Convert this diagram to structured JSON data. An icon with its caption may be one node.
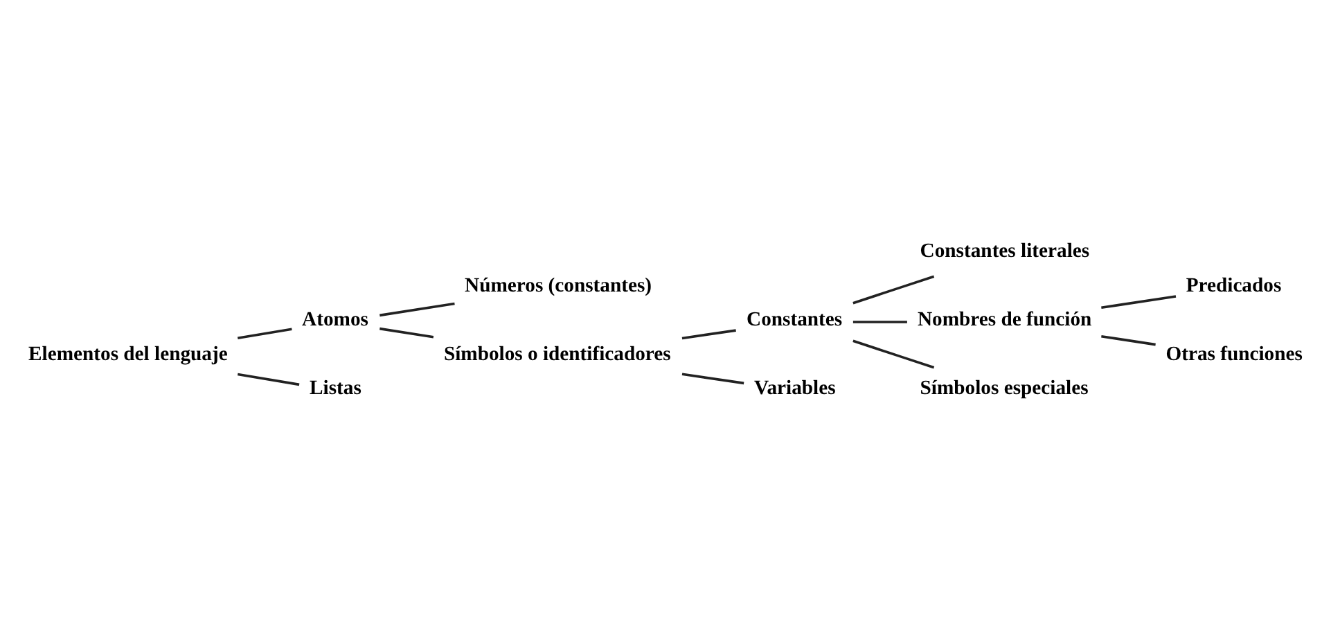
{
  "diagram": {
    "nodes": [
      {
        "text": [
          "Elementos del lenguaje"
        ]
      },
      {
        "text": [
          "Atomos"
        ]
      },
      {
        "text": [
          "Listas"
        ]
      },
      {
        "text": [
          "Números (constantes)"
        ]
      },
      {
        "text": [
          "Símbolos o identificadores"
        ]
      },
      {
        "text": [
          "Constantes"
        ]
      },
      {
        "text": [
          "Variables"
        ]
      },
      {
        "text": [
          "Constantes literales"
        ]
      },
      {
        "text": [
          "Nombres de función"
        ]
      },
      {
        "text": [
          "Símbolos especiales"
        ]
      },
      {
        "text": [
          "Predicados"
        ]
      },
      {
        "text": [
          "Otras funciones"
        ]
      }
    ],
    "edges": [
      {
        "from": 0,
        "to": 1,
        "arrow": "none"
      },
      {
        "from": 0,
        "to": 2,
        "arrow": "none"
      },
      {
        "from": 1,
        "to": 3,
        "arrow": "none"
      },
      {
        "from": 1,
        "to": 4,
        "arrow": "none"
      },
      {
        "from": 4,
        "to": 5,
        "arrow": "none"
      },
      {
        "from": 4,
        "to": 6,
        "arrow": "none"
      },
      {
        "from": 5,
        "to": 7,
        "arrow": "none"
      },
      {
        "from": 5,
        "to": 8,
        "arrow": "none"
      },
      {
        "from": 5,
        "to": 9,
        "arrow": "none"
      },
      {
        "from": 8,
        "to": 10,
        "arrow": "none"
      },
      {
        "from": 8,
        "to": 11,
        "arrow": "none"
      }
    ]
  }
}
